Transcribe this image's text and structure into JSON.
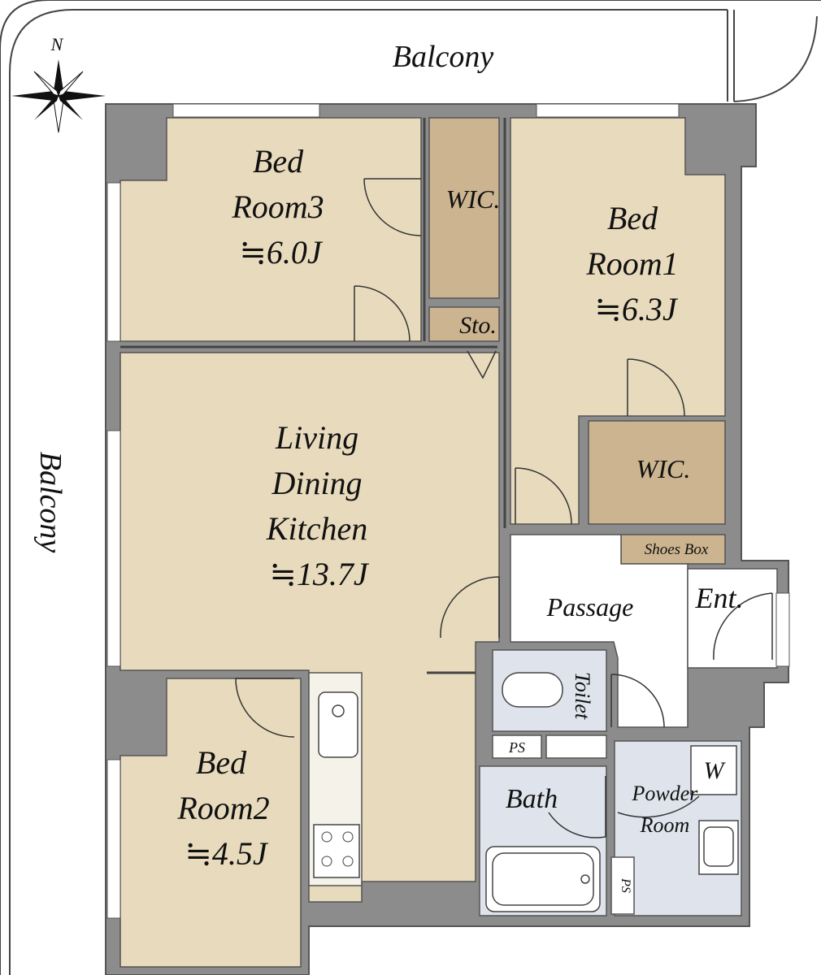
{
  "compass": {
    "north_label": "N"
  },
  "balconies": {
    "top": "Balcony",
    "left": "Balcony"
  },
  "rooms": {
    "bedroom3": {
      "line1": "Bed",
      "line2": "Room3",
      "area": "≒6.0J"
    },
    "bedroom1": {
      "line1": "Bed",
      "line2": "Room1",
      "area": "≒6.3J"
    },
    "bedroom2": {
      "line1": "Bed",
      "line2": "Room2",
      "area": "≒4.5J"
    },
    "ldk": {
      "line1": "Living",
      "line2": "Dining",
      "line3": "Kitchen",
      "area": "≒13.7J"
    },
    "wic_top": "WIC.",
    "wic_right": "WIC.",
    "storage": "Sto.",
    "shoes_box": "Shoes Box",
    "passage": "Passage",
    "entrance": "Ent.",
    "toilet": "Toilet",
    "ps_top": "PS",
    "ps_bottom": "PS",
    "bath": "Bath",
    "powder_line1": "Powder",
    "powder_line2": "Room",
    "washer": "W"
  },
  "colors": {
    "room_fill": "#e8dbbd",
    "wic_fill": "#cbb48f",
    "wet_fill": "#dfe3ec",
    "wall": "#8c8c8c",
    "wall_edge": "#555555"
  }
}
